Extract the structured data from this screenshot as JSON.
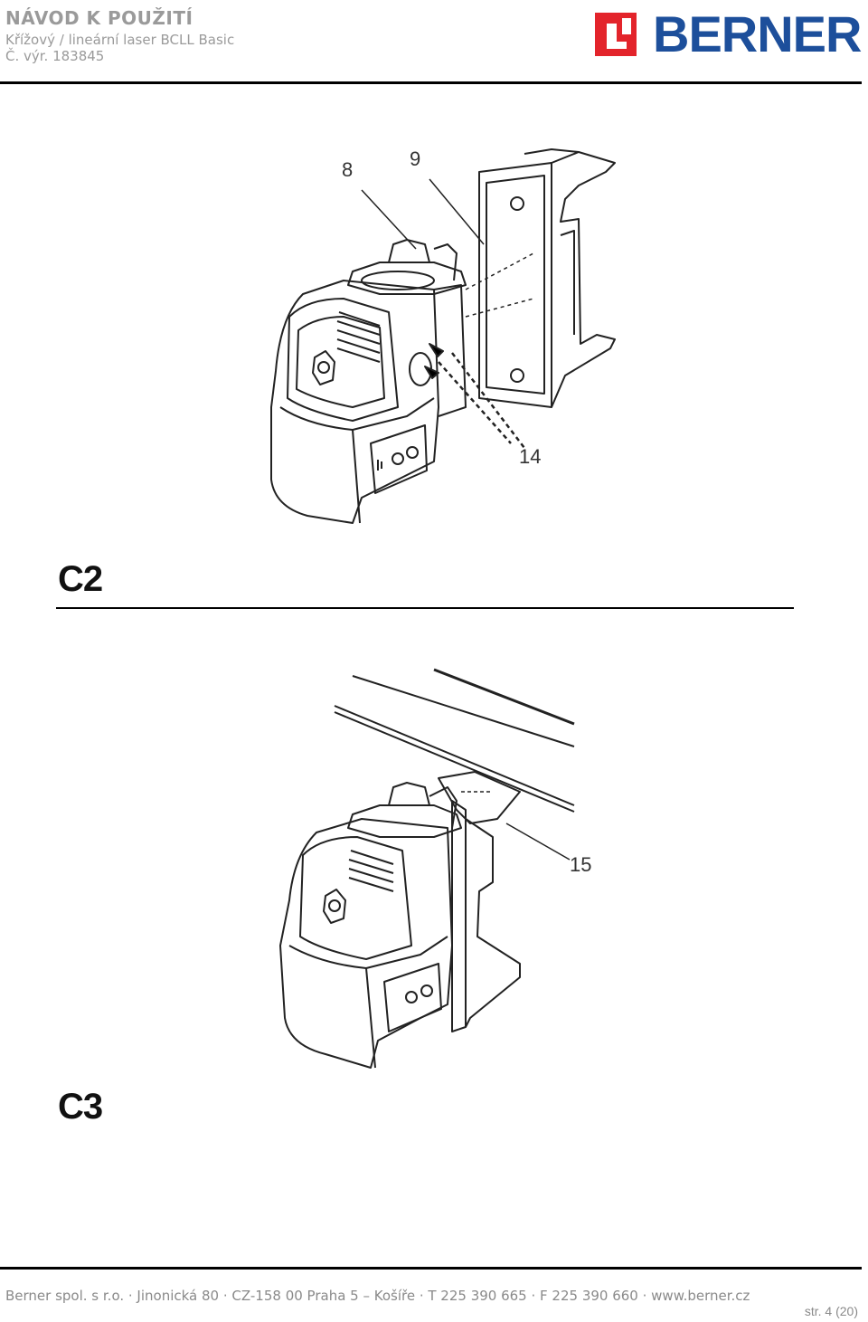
{
  "header": {
    "title": "NÁVOD K POUŽITÍ",
    "subtitle": "Křížový / lineární laser BCLL Basic",
    "article_no": "Č. výr. 183845"
  },
  "logo": {
    "text": "BERNER",
    "brand_color": "#1d4f9b",
    "accent_color": "#e3242b"
  },
  "figures": [
    {
      "caption": "C2",
      "callouts": [
        "8",
        "9",
        "14"
      ]
    },
    {
      "caption": "C3",
      "callouts": [
        "15"
      ]
    }
  ],
  "footer": {
    "address": "Berner spol. s r.o. · Jinonická 80 · CZ-158 00 Praha 5 – Košíře · T 225 390  665 · F 225 390 660 · www.berner.cz",
    "page": "str. 4 (20)"
  }
}
